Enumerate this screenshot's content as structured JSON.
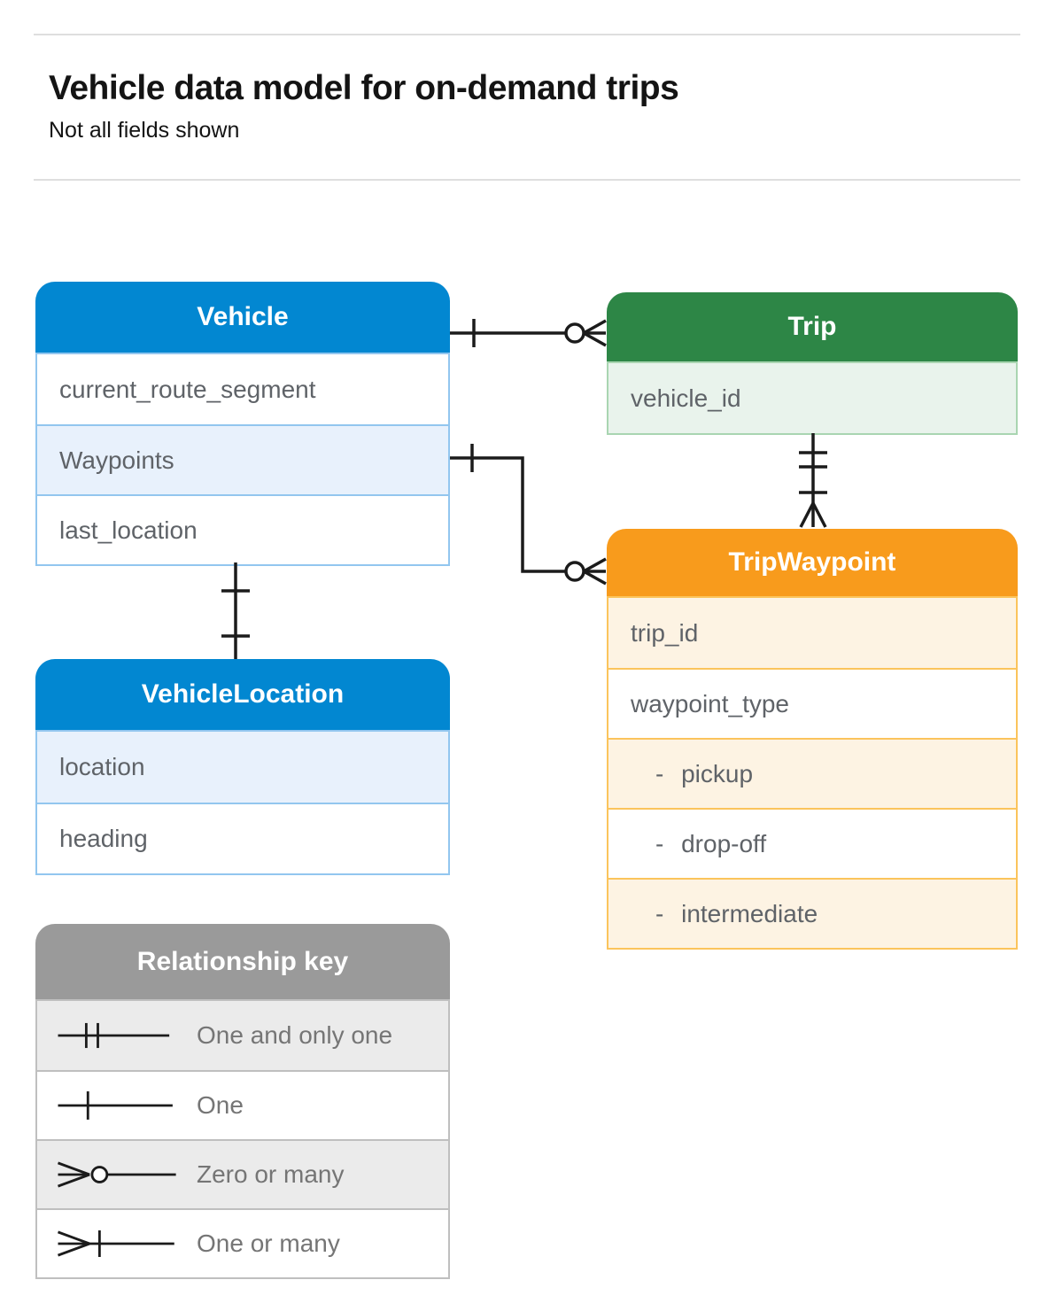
{
  "header": {
    "title": "Vehicle data model for on-demand trips",
    "subtitle": "Not all fields shown"
  },
  "entities": {
    "vehicle": {
      "title": "Vehicle",
      "fields": [
        {
          "label": "current_route_segment",
          "highlighted": false
        },
        {
          "label": "Waypoints",
          "highlighted": true
        },
        {
          "label": "last_location",
          "highlighted": false
        }
      ]
    },
    "trip": {
      "title": "Trip",
      "fields": [
        {
          "label": "vehicle_id",
          "highlighted": true
        }
      ]
    },
    "trip_waypoint": {
      "title": "TripWaypoint",
      "fields": [
        {
          "label": "trip_id",
          "highlighted": true
        },
        {
          "label": "waypoint_type",
          "highlighted": false
        },
        {
          "label": "- pickup",
          "highlighted": true
        },
        {
          "label": "- drop-off",
          "highlighted": false
        },
        {
          "label": "- intermediate",
          "highlighted": true
        }
      ]
    },
    "vehicle_location": {
      "title": "VehicleLocation",
      "fields": [
        {
          "label": "location",
          "highlighted": true
        },
        {
          "label": "heading",
          "highlighted": false
        }
      ]
    }
  },
  "relationships": [
    {
      "from": "Vehicle",
      "to": "Trip",
      "from_end": "one",
      "to_end": "zero-or-many"
    },
    {
      "from": "Vehicle.Waypoints",
      "to": "TripWaypoint",
      "from_end": "one",
      "to_end": "zero-or-many"
    },
    {
      "from": "Trip",
      "to": "TripWaypoint",
      "from_end": "one-and-only-one",
      "to_end": "one-or-many"
    },
    {
      "from": "Vehicle",
      "to": "VehicleLocation",
      "from_end": "one",
      "to_end": "one"
    }
  ],
  "legend": {
    "title": "Relationship key",
    "items": [
      {
        "symbol": "one-and-only-one",
        "label": "One and only one"
      },
      {
        "symbol": "one",
        "label": "One"
      },
      {
        "symbol": "zero-or-many",
        "label": "Zero or many"
      },
      {
        "symbol": "one-or-many",
        "label": "One or many"
      }
    ]
  },
  "colors": {
    "blue_header": "#0287d1",
    "blue_row": "#e8f1fc",
    "blue_border": "#92c6ef",
    "green_header": "#2d8646",
    "green_row": "#e9f3ec",
    "green_border": "#a9d5b1",
    "orange_header": "#f89b1c",
    "orange_row": "#fdf3e3",
    "orange_border": "#fbc45c",
    "gray_header": "#9a9a9a",
    "gray_row": "#ebebeb",
    "field_text": "#5f6368",
    "legend_text": "#757575",
    "connector": "#1b1b1b",
    "divider": "#dedede",
    "header_text": "#ffffff"
  }
}
